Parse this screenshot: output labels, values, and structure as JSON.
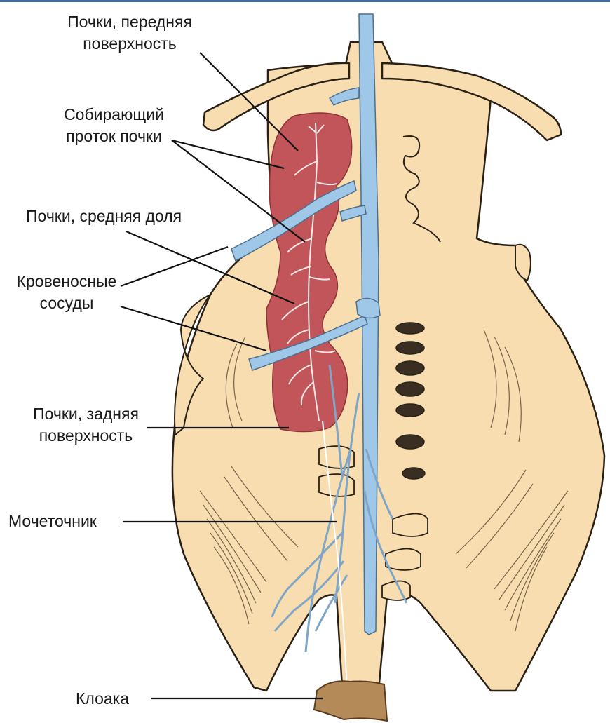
{
  "labels": {
    "kidney_front_1": "Почки, передняя",
    "kidney_front_2": "поверхность",
    "collecting_duct_1": "Собирающий",
    "collecting_duct_2": "проток почки",
    "kidney_middle": "Почки, средняя доля",
    "vessels_1": "Кровеносные",
    "vessels_2": "сосуды",
    "kidney_back_1": "Почки, задняя",
    "kidney_back_2": "поверхность",
    "ureter": "Мочеточник",
    "cloaca": "Клоака"
  },
  "colors": {
    "bone": "#f7ddb0",
    "bone_outline": "#2a2116",
    "kidney": "#c2555a",
    "vessel": "#9fc8e8",
    "cloaca": "#b38a58",
    "leader": "#111111",
    "top_rule": "#3f6fa6"
  }
}
